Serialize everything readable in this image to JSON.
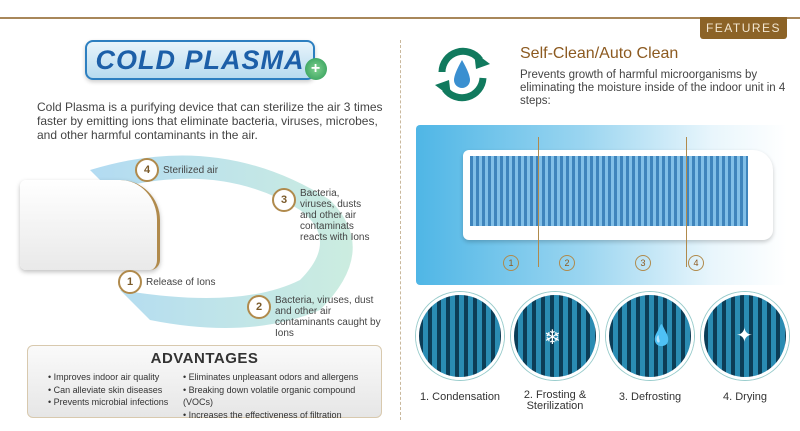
{
  "header": {
    "badge": "FEATURES"
  },
  "left": {
    "logo_text": "COLD PLASMA",
    "intro": "Cold Plasma is a purifying device that can sterilize the air 3 times faster by emitting ions that eliminate bacteria, viruses, microbes, and other harmful contaminants in the air.",
    "steps": [
      {
        "num": "1",
        "text": "Release of Ions"
      },
      {
        "num": "2",
        "text": "Bacteria, viruses, dust and other air contaminants caught by Ions"
      },
      {
        "num": "3",
        "text": "Bacteria, viruses, dusts and other air contaminats reacts with Ions"
      },
      {
        "num": "4",
        "text": "Sterilized air"
      }
    ],
    "advantages": {
      "title": "ADVANTAGES",
      "col1": [
        "Improves indoor air quality",
        "Can alleviate skin diseases",
        "Prevents microbial infections"
      ],
      "col2": [
        "Eliminates unpleasant odors and allergens",
        "Breaking down volatile organic compound (VOCs)",
        "Increases the effectiveness of filtration"
      ]
    }
  },
  "right": {
    "title": "Self-Clean/Auto Clean",
    "description": "Prevents growth of harmful microorganisms by eliminating the moisture inside of the indoor unit in 4 steps:",
    "markers": [
      "1",
      "2",
      "3",
      "4"
    ],
    "stages": [
      "1. Condensation",
      "2. Frosting & Sterilization",
      "3. Defrosting",
      "4. Drying"
    ]
  },
  "colors": {
    "accent": "#8c6327",
    "title": "#8c5a20",
    "blue": "#1c5fa8"
  }
}
